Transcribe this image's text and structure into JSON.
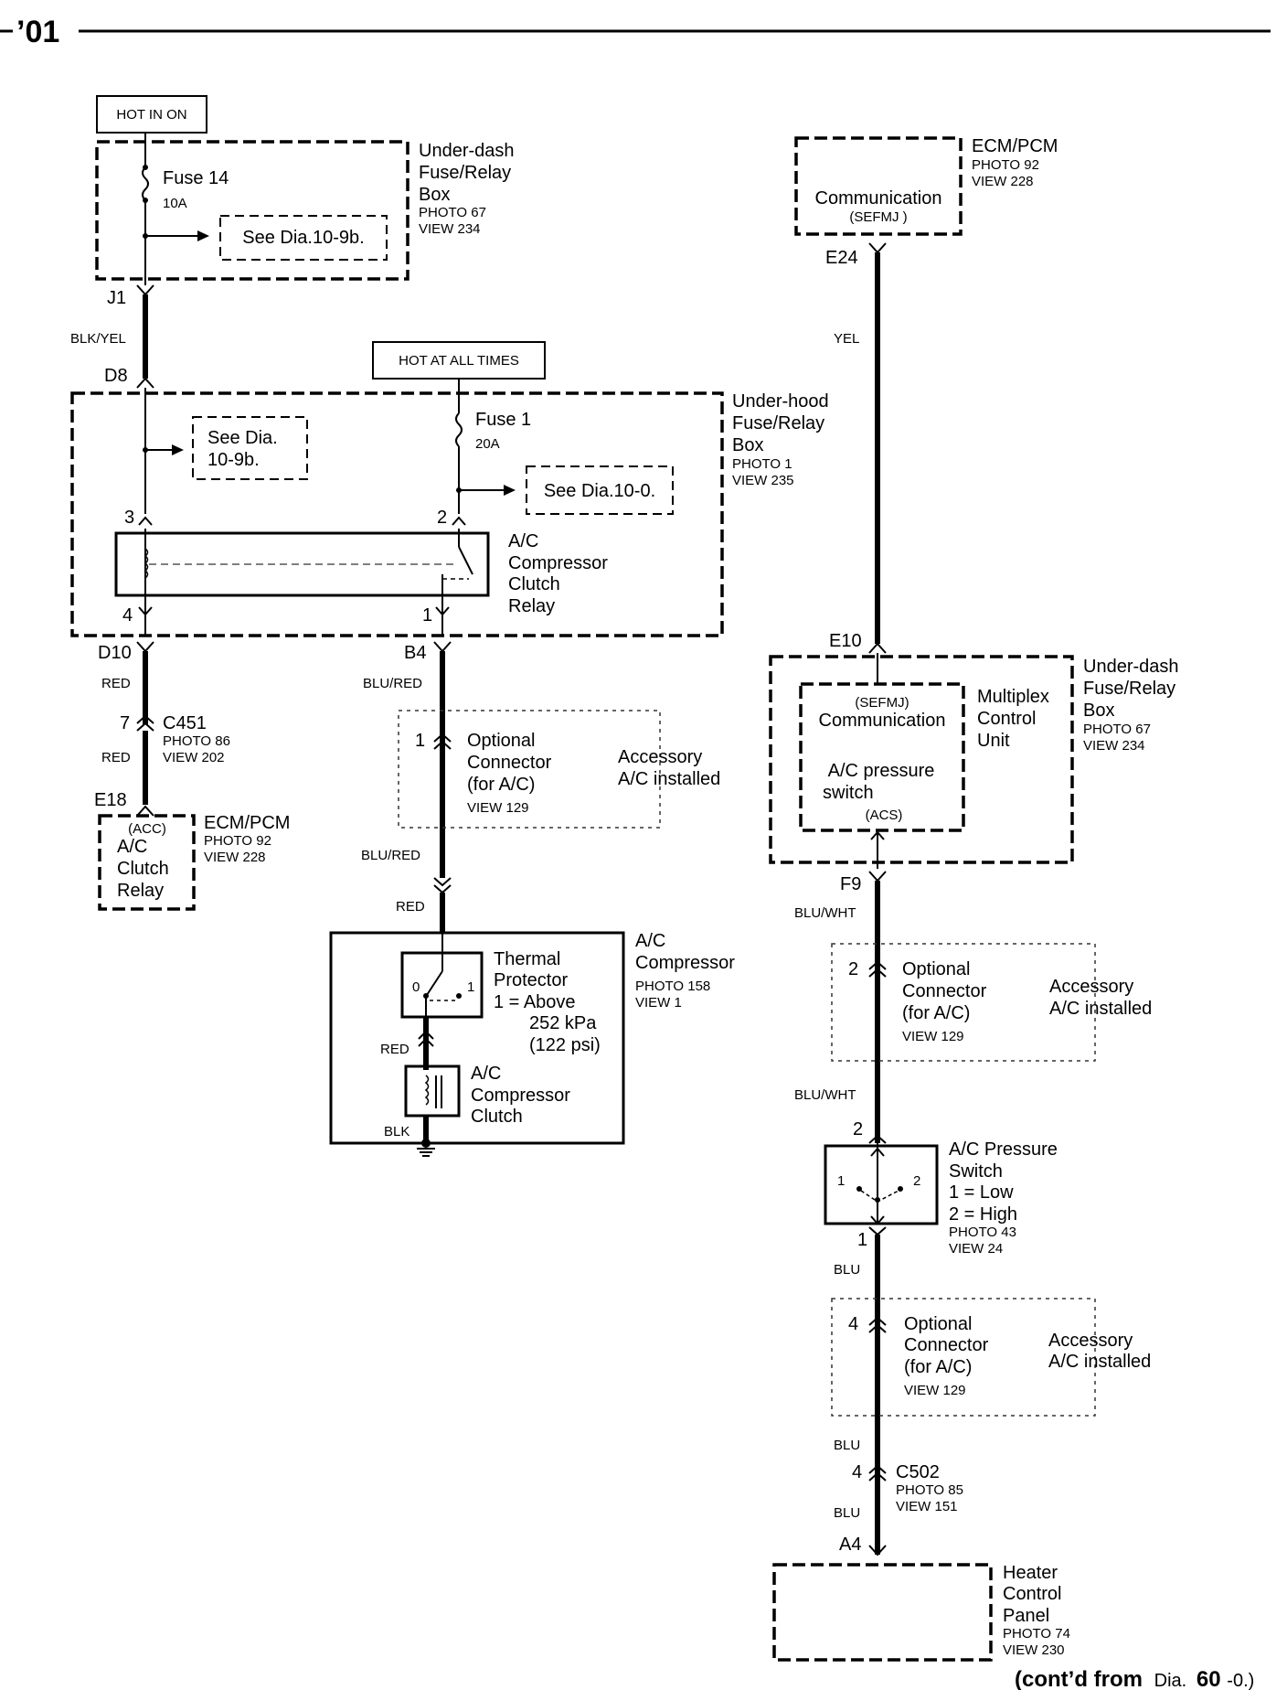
{
  "header": {
    "year": "’01"
  },
  "footer": {
    "prefix": "(cont’d from",
    "dia": "Dia.",
    "num": "60",
    "suffix": "-0.)"
  },
  "left": {
    "hot_in_on": "HOT IN ON",
    "underdash": {
      "title1": "Under-dash",
      "title2": "Fuse/Relay",
      "title3": "Box",
      "photo": "PHOTO 67",
      "view": "VIEW 234"
    },
    "fuse14": {
      "name": "Fuse 14",
      "amps": "10A"
    },
    "see_9b_top": "See Dia.10-9b.",
    "j1": "J1",
    "wire_blkyel": "BLK/YEL",
    "d8": "D8",
    "hot_all_times": "HOT AT ALL TIMES",
    "underhood": {
      "title1": "Under-hood",
      "title2": "Fuse/Relay",
      "title3": "Box",
      "photo": "PHOTO 1",
      "view": "VIEW 235"
    },
    "see_9b_mid1": "See Dia.",
    "see_9b_mid2": "10-9b.",
    "fuse1": {
      "name": "Fuse 1",
      "amps": "20A"
    },
    "see_10_0": "See Dia.10-0.",
    "pin3": "3",
    "pin2": "2",
    "pin4": "4",
    "pin1": "1",
    "relay": {
      "l1": "A/C",
      "l2": "Compressor",
      "l3": "Clutch",
      "l4": "Relay"
    },
    "d10": "D10",
    "b4": "B4",
    "red1": "RED",
    "red2": "RED",
    "blured1": "BLU/RED",
    "blured2": "BLU/RED",
    "c451": {
      "pin": "7",
      "name": "C451",
      "photo": "PHOTO 86",
      "view": "VIEW 202"
    },
    "e18": "E18",
    "ecm_left": {
      "acc": "(ACC)",
      "l1": "A/C",
      "l2": "Clutch",
      "l3": "Relay",
      "title": "ECM/PCM",
      "photo": "PHOTO 92",
      "view": "VIEW 228"
    },
    "opt1": {
      "pin": "1",
      "l1": "Optional",
      "l2": "Connector",
      "l3": "(for A/C)",
      "view": "VIEW 129",
      "acc1": "Accessory",
      "acc2": "A/C installed"
    },
    "red_comp": "RED",
    "comp": {
      "t1": "A/C",
      "t2": "Compressor",
      "photo": "PHOTO 158",
      "view": "VIEW 1"
    },
    "thermal": {
      "l1": "Thermal",
      "l2": "Protector",
      "l3": "1 =  Above",
      "l4": "252 kPa",
      "l5": "(122 psi)",
      "p0": "0",
      "p1": "1"
    },
    "red_inner": "RED",
    "clutch": {
      "l1": "A/C",
      "l2": "Compressor",
      "l3": "Clutch"
    },
    "blk": "BLK"
  },
  "right": {
    "ecm": {
      "title": "ECM/PCM",
      "photo": "PHOTO 92",
      "view": "VIEW 228",
      "comm": "Communication",
      "sefmj": "(SEFMJ )"
    },
    "e24": "E24",
    "yel": "YEL",
    "e10": "E10",
    "mcu": {
      "sefmj": "(SEFMJ)",
      "comm": "Communication",
      "sw1": "A/C pressure",
      "sw2": "switch",
      "acs": "(ACS)",
      "l1": "Multiplex",
      "l2": "Control",
      "l3": "Unit"
    },
    "underdash": {
      "title1": "Under-dash",
      "title2": "Fuse/Relay",
      "title3": "Box",
      "photo": "PHOTO 67",
      "view": "VIEW 234"
    },
    "f9": "F9",
    "bluwht1": "BLU/WHT",
    "bluwht2": "BLU/WHT",
    "opt2": {
      "pin": "2",
      "l1": "Optional",
      "l2": "Connector",
      "l3": "(for A/C)",
      "view": "VIEW 129",
      "acc1": "Accessory",
      "acc2": "A/C installed"
    },
    "ps_pin2": "2",
    "ps_pin1": "1",
    "ps": {
      "l1": "A/C Pressure",
      "l2": "Switch",
      "l3": "1 =  Low",
      "l4": "2 =  High",
      "photo": "PHOTO 43",
      "view": "VIEW 24",
      "i1": "1",
      "i2": "2"
    },
    "blu1": "BLU",
    "blu2": "BLU",
    "blu3": "BLU",
    "opt4": {
      "pin": "4",
      "l1": "Optional",
      "l2": "Connector",
      "l3": "(for A/C)",
      "view": "VIEW 129",
      "acc1": "Accessory",
      "acc2": "A/C installed"
    },
    "c502": {
      "pin": "4",
      "name": "C502",
      "photo": "PHOTO 85",
      "view": "VIEW 151"
    },
    "a4": "A4",
    "hcp": {
      "l1": "Heater",
      "l2": "Control",
      "l3": "Panel",
      "photo": "PHOTO 74",
      "view": "VIEW 230"
    }
  }
}
